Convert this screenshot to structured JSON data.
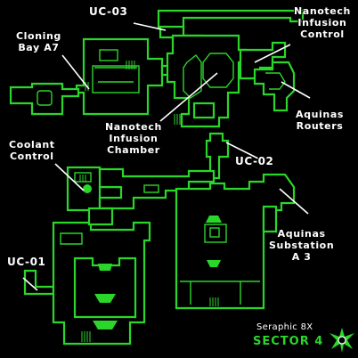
{
  "map": {
    "labels": {
      "uc03": "UC-03",
      "cloning_bay": "Cloning\nBay A7",
      "nanotech_control": "Nanotech\nInfusion\nControl",
      "nanotech_chamber": "Nanotech\nInfusion\nChamber",
      "aquinas_routers": "Aquinas\nRouters",
      "coolant_control": "Coolant\nControl",
      "uc02": "UC-02",
      "aquinas_substation": "Aquinas\nSubstation\nA 3",
      "uc01": "UC-01"
    },
    "colors": {
      "walls": "#2bd62b",
      "labels": "#ffffff",
      "background": "#000000"
    }
  },
  "branding": {
    "subtitle": "Seraphic 8X",
    "sector": "SECTOR 4",
    "emblem_icon": "winged-emblem-icon"
  }
}
